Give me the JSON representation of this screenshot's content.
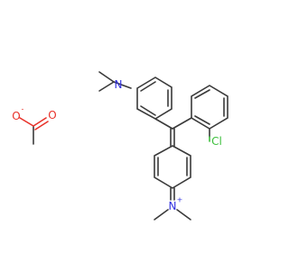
{
  "colors": {
    "bond": "#3a3a3a",
    "nitrogen": "#3030e0",
    "oxygen": "#e8322a",
    "chlorine": "#3cbf3c"
  },
  "acetate": {
    "oxygen_anion_label": "O",
    "anion_charge": "-",
    "oxygen_carbonyl_label": "O"
  },
  "cation": {
    "amine_nitrogen_label": "N",
    "iminium_nitrogen_label": "N",
    "iminium_charge": "+",
    "chlorine_label": "Cl"
  }
}
